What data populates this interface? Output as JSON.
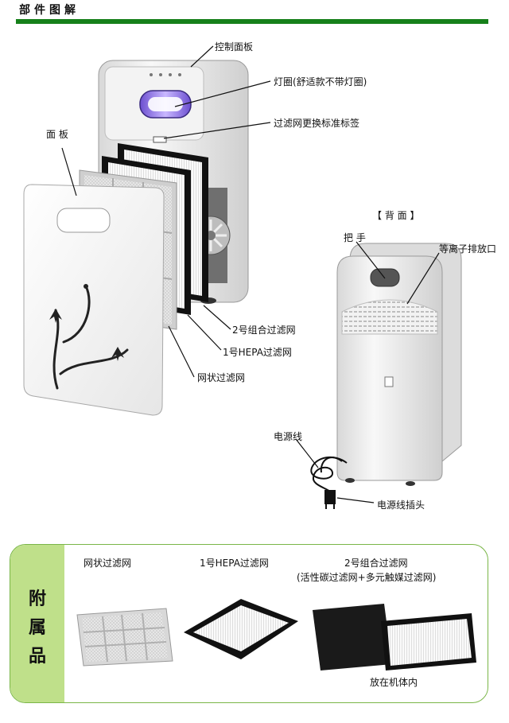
{
  "header": {
    "title": "部件图解"
  },
  "callouts": {
    "control_panel": "控制面板",
    "light_ring": "灯圈(舒适款不带灯圈)",
    "filter_label": "过滤网更换标准标签",
    "front_panel": "面 板",
    "back_title": "【 背 面 】",
    "handle": "把 手",
    "ion_outlet": "等离子排放口",
    "filter2": "2号组合过滤网",
    "filter1": "1号HEPA过滤网",
    "mesh_filter": "网状过滤网",
    "power_cord": "电源线",
    "power_plug": "电源线插头"
  },
  "accessories": {
    "side_chars": [
      "附",
      "属",
      "品"
    ],
    "item1": "网状过滤网",
    "item2": "1号HEPA过滤网",
    "item3_title": "2号组合过滤网",
    "item3_sub": "(活性碳过滤网+多元触媒过滤网)",
    "note": "放在机体内"
  },
  "colors": {
    "accent": "#16801a",
    "side_bg": "#bfe08a",
    "border": "#7ab648"
  }
}
